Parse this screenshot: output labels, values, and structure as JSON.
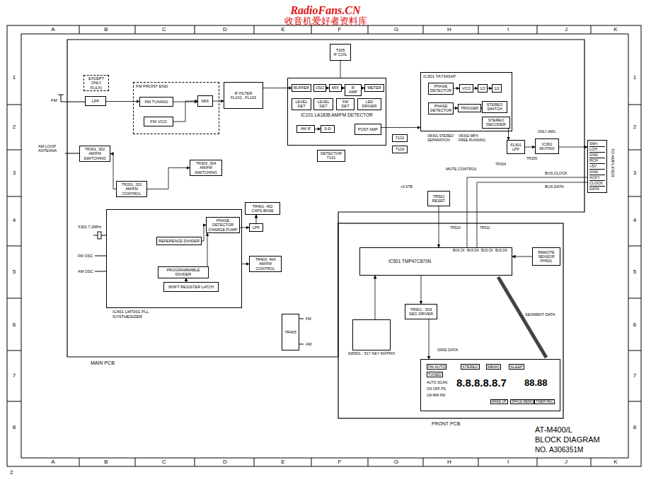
{
  "diagram": {
    "nodes": [
      {
        "text": [
          "T305",
          "IF COIL"
        ]
      },
      {
        "text": [
          "EXCEPT",
          "ONLY FL(LK)"
        ]
      },
      {
        "text": [
          "LPF"
        ]
      },
      {
        "text": [
          "FM FRONT END"
        ]
      },
      {
        "text": [
          "FM TUNING"
        ],
        "in": 3
      },
      {
        "text": [
          "MIX"
        ],
        "in": 3
      },
      {
        "text": [
          "FM VCO"
        ],
        "in": 3
      },
      {
        "text": [
          "IF FILTER",
          "FL102 , FL103"
        ]
      },
      {
        "text": [
          "IC101 LA1836 AM/FM DETECTOR"
        ]
      },
      {
        "text": [
          "BUFFER"
        ],
        "in": 8
      },
      {
        "text": [
          "OSC"
        ],
        "in": 8
      },
      {
        "text": [
          "MIX"
        ],
        "in": 8
      },
      {
        "text": [
          "IF AMP"
        ],
        "in": 8
      },
      {
        "text": [
          "METER"
        ],
        "in": 8
      },
      {
        "text": [
          "LEVEL DET"
        ],
        "in": 8
      },
      {
        "text": [
          "LEVEL DET"
        ],
        "in": 8
      },
      {
        "text": [
          "FM DET"
        ],
        "in": 8
      },
      {
        "text": [
          "LED DRIVER"
        ],
        "in": 8
      },
      {
        "text": [
          "AM IF"
        ],
        "in": 8
      },
      {
        "text": [
          "S-D"
        ],
        "in": 8
      },
      {
        "text": [
          "POST AMP"
        ],
        "in": 8
      },
      {
        "text": [
          "DETECTOR T101"
        ]
      },
      {
        "text": [
          "T102"
        ]
      },
      {
        "text": [
          "T103"
        ]
      },
      {
        "text": [
          "IC301 TA7343AP"
        ]
      },
      {
        "text": [
          "PHASE DETECTOR"
        ],
        "in": 24
      },
      {
        "text": [
          "VCO"
        ],
        "in": 24
      },
      {
        "text": [
          "1/2"
        ],
        "in": 24
      },
      {
        "text": [
          "1/2"
        ],
        "in": 24
      },
      {
        "text": [
          "PHASE DETECTOR"
        ],
        "in": 24
      },
      {
        "text": [
          "TRIGGER"
        ],
        "in": 24
      },
      {
        "text": [
          "STEREO SWITCH"
        ],
        "in": 24
      },
      {
        "text": [
          "STEREO DECODER"
        ],
        "in": 24
      },
      {
        "text": [
          "FL301",
          "LPF"
        ]
      },
      {
        "text": [
          "IC302 MUTING"
        ]
      },
      {
        "text": [
          "SW+",
          "LCH",
          "GND",
          "RCH",
          "+5V",
          "GND",
          "ACKY",
          "CLOCK",
          "DATA"
        ]
      },
      {
        "text": [
          "TR301, 302 AM/FM SWITCHING"
        ]
      },
      {
        "text": [
          "TR303, 304 AM/FM SWITCHING"
        ]
      },
      {
        "text": [
          "TR201, 202 AM/FM CONTROL"
        ]
      },
      {
        "text": [
          "TR502",
          "RESET"
        ]
      },
      {
        "text": [
          "IC401 LM7001 PLL SYNTHESIZER"
        ]
      },
      {
        "text": [
          "PHASE DETECTOR CHARGE PUMP"
        ],
        "in": 40
      },
      {
        "text": [
          "REFERENCE DIVIDER"
        ],
        "in": 40
      },
      {
        "text": [
          "PROGRAMMABLE DIVIDER"
        ],
        "in": 40
      },
      {
        "text": [
          "SHIFT REGISTER LATCH"
        ],
        "in": 40
      },
      {
        "text": [
          "LPF"
        ]
      },
      {
        "text": [
          "TR401, 402 CAPS BASE"
        ]
      },
      {
        "text": [
          "TR403, 404 AM/FM CONTROL"
        ]
      },
      {
        "text": [
          "TR405"
        ]
      },
      {
        "text": [
          "IC501 TMP47C870N"
        ]
      },
      {
        "text": [
          "REMOTE SENSOR",
          "PH501"
        ]
      },
      {
        "text": [
          "TR501 - 503 SEG DRIVER"
        ]
      },
      {
        "text": [
          "SW501 - 517 KEY MATRIX"
        ]
      },
      {
        "text": [
          "FM AUTO",
          "STEREO",
          "MEMO",
          "SLEEP",
          "TUNED",
          "AUTO SCAN",
          "ON OFF PS",
          "LW MW FM",
          "8.8.8.8.8.7",
          "88.88",
          "WAKE UP",
          "SPACE MEMO",
          "TIMER REC"
        ]
      }
    ],
    "edges": [
      {
        "from": 2,
        "to": 4,
        "arrow": "to"
      },
      {
        "from": 4,
        "to": 5,
        "arrow": "to"
      },
      {
        "from": 6,
        "to": 5,
        "arrow": "to"
      },
      {
        "from": 5,
        "to": 7,
        "arrow": "to"
      },
      {
        "from": 7,
        "to": 9,
        "arrow": "to"
      },
      {
        "from": 10,
        "to": 11,
        "arrow": "to"
      },
      {
        "from": 11,
        "to": 12,
        "arrow": "to"
      },
      {
        "from": 12,
        "to": 13,
        "arrow": "to"
      },
      {
        "from": 18,
        "to": 19,
        "arrow": "to"
      },
      {
        "from": 0,
        "to": 8,
        "arrow": "none"
      },
      {
        "from": 20,
        "to": 24,
        "arrow": "to"
      },
      {
        "from": 25,
        "to": 26,
        "arrow": "to"
      },
      {
        "from": 26,
        "to": 27,
        "arrow": "to"
      },
      {
        "from": 27,
        "to": 28,
        "arrow": "to"
      },
      {
        "from": 29,
        "to": 30,
        "arrow": "to"
      },
      {
        "from": 30,
        "to": 31,
        "arrow": "to"
      },
      {
        "from": 32,
        "to": 33,
        "arrow": "to"
      },
      {
        "from": 33,
        "to": 34,
        "arrow": "to"
      },
      {
        "from": 34,
        "to": 35,
        "arrow": "to"
      },
      {
        "from": 38,
        "to": 36,
        "arrow": "to"
      },
      {
        "from": 38,
        "to": 37,
        "arrow": "to"
      },
      {
        "from": 42,
        "to": 41,
        "arrow": "to"
      },
      {
        "from": 43,
        "to": 41,
        "arrow": "to"
      },
      {
        "from": 44,
        "to": 43,
        "arrow": "to"
      },
      {
        "from": 41,
        "to": 45,
        "arrow": "to"
      },
      {
        "from": 45,
        "to": 46,
        "arrow": "to"
      },
      {
        "from": 40,
        "to": 47,
        "arrow": "to"
      },
      {
        "from": 39,
        "to": 49,
        "arrow": "to"
      },
      {
        "from": 52,
        "to": 49,
        "arrow": "to"
      },
      {
        "from": 49,
        "to": 51,
        "arrow": "to"
      },
      {
        "from": 51,
        "to": 53,
        "arrow": "to"
      },
      {
        "from": 50,
        "to": 49,
        "arrow": "to"
      }
    ],
    "labels": [
      "A",
      "B",
      "C",
      "D",
      "E",
      "F",
      "G",
      "H",
      "I",
      "J",
      "K",
      "A",
      "B",
      "C",
      "D",
      "E",
      "F",
      "G",
      "H",
      "I",
      "J",
      "K",
      "1",
      "2",
      "3",
      "4",
      "5",
      "6",
      "7",
      "8",
      "1",
      "2",
      "3",
      "4",
      "5",
      "6",
      "7",
      "8",
      "RadioFans.CN",
      "收音机爱好者资料库",
      "2",
      "FM",
      "AM LOOP ANTENNA",
      "MAIN PCB",
      "FRONT PCB",
      "AT-M400/L",
      "BLOCK DIAGRAM",
      "NO. A306351M",
      "TO AMPLIFIER",
      "MUTE CONTROL",
      "BUS CLOCK",
      "BUS DATA",
      "VR301 STEREO SEPARATION",
      "VR302 MPX FREE RUNNING",
      "GRID DATA",
      "SEGMENT DATA",
      "X301 7.2MHz",
      "FM OSC",
      "AM OSC",
      "BUS CK",
      "BUS DA",
      "BUS CK",
      "BUS DA",
      "TR510",
      "TR511",
      "TR305",
      "TR304",
      "ONLY AM/L",
      "FM",
      "AM",
      "+5 STB"
    ]
  }
}
